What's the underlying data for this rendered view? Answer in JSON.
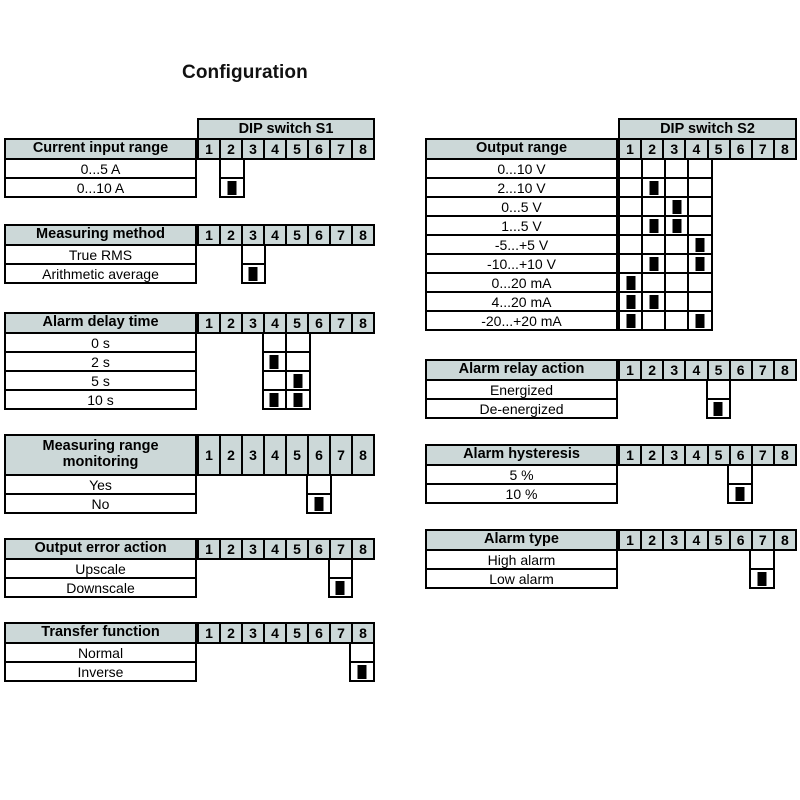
{
  "title": "Configuration",
  "dip_banner": {
    "s1": "DIP switch S1",
    "s2": "DIP switch S2"
  },
  "switch_numbers": [
    "1",
    "2",
    "3",
    "4",
    "5",
    "6",
    "7",
    "8"
  ],
  "colors": {
    "header_bg": "#ccd8d8",
    "border": "#000000",
    "marker": "#000000",
    "page_bg": "#ffffff"
  },
  "left_tables": [
    {
      "label": "Current input range",
      "active_columns": [
        2
      ],
      "rows": [
        {
          "name": "0...5 A",
          "on": []
        },
        {
          "name": "0...10 A",
          "on": [
            2
          ]
        }
      ]
    },
    {
      "label": "Measuring method",
      "active_columns": [
        3
      ],
      "rows": [
        {
          "name": "True RMS",
          "on": []
        },
        {
          "name": "Arithmetic average",
          "on": [
            3
          ]
        }
      ]
    },
    {
      "label": "Alarm delay time",
      "active_columns": [
        4,
        5
      ],
      "rows": [
        {
          "name": "0 s",
          "on": []
        },
        {
          "name": "2 s",
          "on": [
            4
          ]
        },
        {
          "name": "5 s",
          "on": [
            5
          ]
        },
        {
          "name": "10 s",
          "on": [
            4,
            5
          ]
        }
      ]
    },
    {
      "label": "Measuring range monitoring",
      "active_columns": [
        6
      ],
      "rows": [
        {
          "name": "Yes",
          "on": []
        },
        {
          "name": "No",
          "on": [
            6
          ]
        }
      ]
    },
    {
      "label": "Output error action",
      "active_columns": [
        7
      ],
      "rows": [
        {
          "name": "Upscale",
          "on": []
        },
        {
          "name": "Downscale",
          "on": [
            7
          ]
        }
      ]
    },
    {
      "label": "Transfer function",
      "active_columns": [
        8
      ],
      "rows": [
        {
          "name": "Normal",
          "on": []
        },
        {
          "name": "Inverse",
          "on": [
            8
          ]
        }
      ]
    }
  ],
  "right_tables": [
    {
      "label": "Output range",
      "active_columns": [
        1,
        2,
        3,
        4
      ],
      "rows": [
        {
          "name": "0...10 V",
          "on": []
        },
        {
          "name": "2...10 V",
          "on": [
            2
          ]
        },
        {
          "name": "0...5 V",
          "on": [
            3
          ]
        },
        {
          "name": "1...5 V",
          "on": [
            2,
            3
          ]
        },
        {
          "name": "-5...+5 V",
          "on": [
            4
          ]
        },
        {
          "name": "-10...+10 V",
          "on": [
            2,
            4
          ]
        },
        {
          "name": "0...20 mA",
          "on": [
            1
          ]
        },
        {
          "name": "4...20 mA",
          "on": [
            1,
            2
          ]
        },
        {
          "name": "-20...+20 mA",
          "on": [
            1,
            4
          ]
        }
      ]
    },
    {
      "label": "Alarm relay action",
      "active_columns": [
        5
      ],
      "rows": [
        {
          "name": "Energized",
          "on": []
        },
        {
          "name": "De-energized",
          "on": [
            5
          ]
        }
      ]
    },
    {
      "label": "Alarm hysteresis",
      "active_columns": [
        6
      ],
      "rows": [
        {
          "name": "5 %",
          "on": []
        },
        {
          "name": "10 %",
          "on": [
            6
          ]
        }
      ]
    },
    {
      "label": "Alarm type",
      "active_columns": [
        7
      ],
      "rows": [
        {
          "name": "High alarm",
          "on": []
        },
        {
          "name": "Low alarm",
          "on": [
            7
          ]
        }
      ]
    }
  ]
}
